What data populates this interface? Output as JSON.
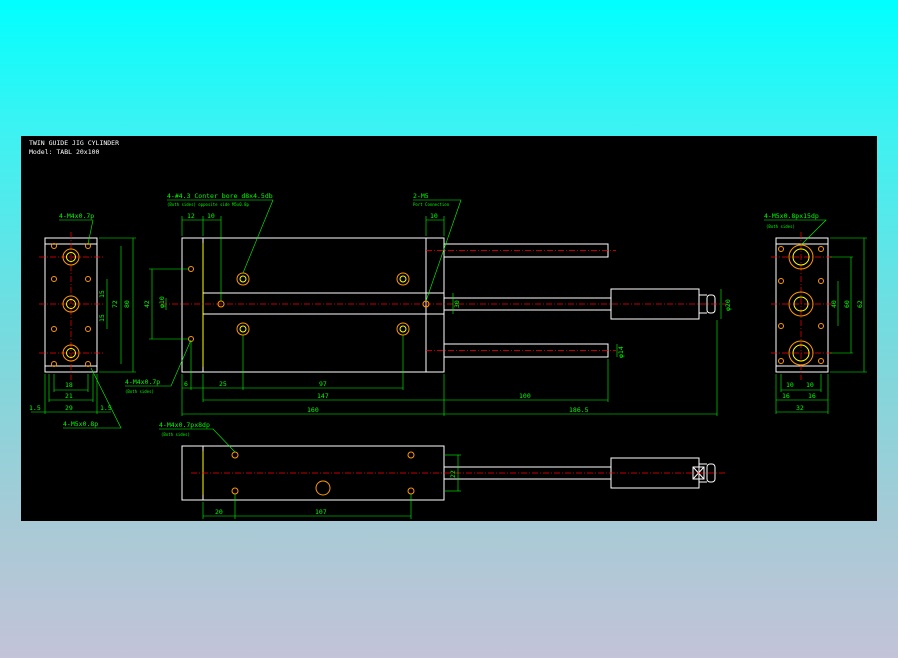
{
  "drawing": {
    "title": "TWIN GUIDE JIG CYLINDER",
    "model": "Model: TABL 20x100",
    "callouts": {
      "tap_left_top": "4-M4x0.7p",
      "tap_left_bottom": "4-M5x0.8p",
      "counterbore": "4-#4.3 Conter bore d8x4.5db",
      "counterbore_sub": "(Both sides) opposite side M5x0.8p",
      "port": "2-M5",
      "port_sub": "Port Connection",
      "tap_front": "4-M4x0.7p",
      "tap_front_sub": "(Both sides)",
      "tap_right": "4-M5x0.8px15dp",
      "tap_right_sub": "(Both sides)",
      "tap_bottom": "4-M4x0.7px8dp",
      "tap_bottom_sub": "(Both sides)"
    },
    "dims": {
      "left_18": "18",
      "left_21": "21",
      "left_29": "29",
      "left_15a": "1.5",
      "left_15b": "1.5",
      "left_80": "80",
      "left_72": "72",
      "left_15c": "15",
      "left_15d": "15",
      "front_12": "12",
      "front_10a": "10",
      "front_10b": "10",
      "front_42": "42",
      "front_phi10": "φ10",
      "front_30": "30",
      "front_phi20": "φ20",
      "front_phi14": "φ14",
      "front_6": "6",
      "front_25": "25",
      "front_97": "97",
      "front_147": "147",
      "front_100": "100",
      "front_160": "160",
      "front_1865": "186.5",
      "right_40": "40",
      "right_60": "60",
      "right_62": "62",
      "right_10a": "10",
      "right_10b": "10",
      "right_16a": "16",
      "right_16b": "16",
      "right_32": "32",
      "bottom_22": "22",
      "bottom_20": "20",
      "bottom_107": "107"
    }
  }
}
